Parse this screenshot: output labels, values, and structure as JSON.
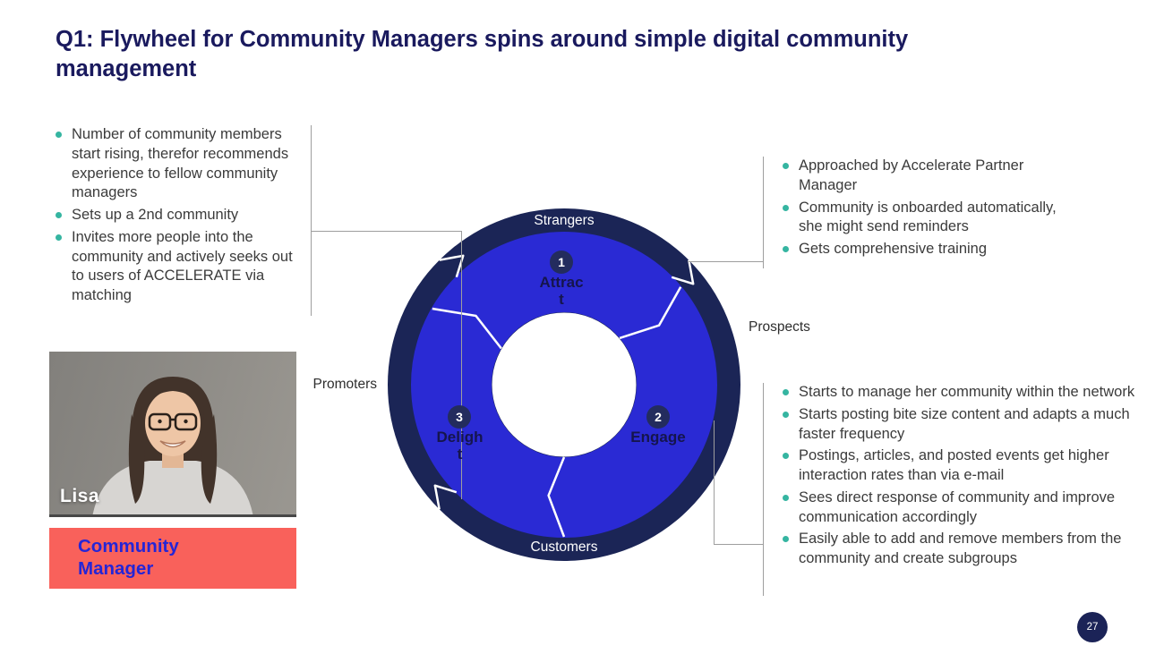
{
  "page": {
    "title": "Q1: Flywheel for Community Managers spins around simple digital community management",
    "page_number": "27"
  },
  "colors": {
    "title_navy": "#1a1a5e",
    "flywheel_outer_navy": "#1b2556",
    "flywheel_inner_blue": "#2a2ad4",
    "bullet_teal": "#35b5a1",
    "role_box_red": "#f9615b",
    "role_text_blue": "#2525d6",
    "stage_label_navy": "#15154d"
  },
  "persona": {
    "name": "Lisa",
    "role": "Community Manager"
  },
  "flywheel": {
    "ring_labels": {
      "top": "Strangers",
      "right": "Prospects",
      "bottom": "Customers",
      "left": "Promoters"
    },
    "stages": [
      {
        "number": "1",
        "label": "Attract"
      },
      {
        "number": "2",
        "label": "Engage"
      },
      {
        "number": "3",
        "label": "Delight"
      }
    ]
  },
  "left_notes": {
    "bullets": [
      "Number of community members start rising, therefor recommends experience to fellow community managers",
      "Sets up a 2nd community",
      "Invites more people into the community and actively seeks out to users of ACCELERATE via matching"
    ]
  },
  "right_top_notes": {
    "bullets": [
      "Approached by Accelerate Partner Manager",
      "Community is onboarded automatically, she might send reminders",
      "Gets comprehensive training"
    ]
  },
  "right_bottom_notes": {
    "bullets": [
      "Starts to manage her community within the network",
      "Starts posting bite size content and adapts a much faster frequency",
      "Postings, articles, and posted events get higher interaction rates than via e-mail",
      "Sees direct response of community and improve communication accordingly",
      "Easily able to add and remove members from the community and create subgroups"
    ]
  }
}
